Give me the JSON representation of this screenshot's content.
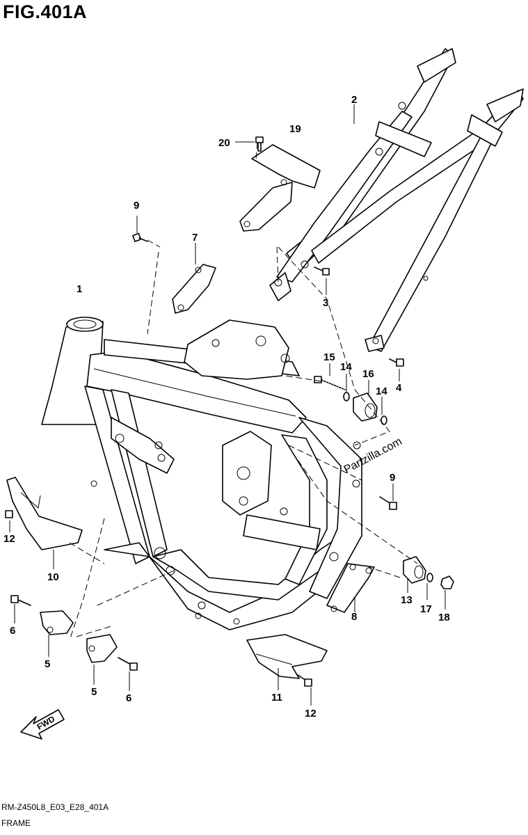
{
  "figure": {
    "title": "FIG.401A"
  },
  "footer": {
    "code": "RM-Z450L8_E03_E28_401A",
    "name": "FRAME"
  },
  "watermark": "Partzilla.com",
  "fwd_label": "FWD",
  "parts": {
    "p1": "1",
    "p2": "2",
    "p3": "3",
    "p4": "4",
    "p5a": "5",
    "p5b": "5",
    "p6a": "6",
    "p6b": "6",
    "p7": "7",
    "p8": "8",
    "p9a": "9",
    "p9b": "9",
    "p10": "10",
    "p11": "11",
    "p12a": "12",
    "p12b": "12",
    "p13": "13",
    "p14a": "14",
    "p14b": "14",
    "p15": "15",
    "p16": "16",
    "p17": "17",
    "p18": "18",
    "p19": "19",
    "p20": "20"
  }
}
